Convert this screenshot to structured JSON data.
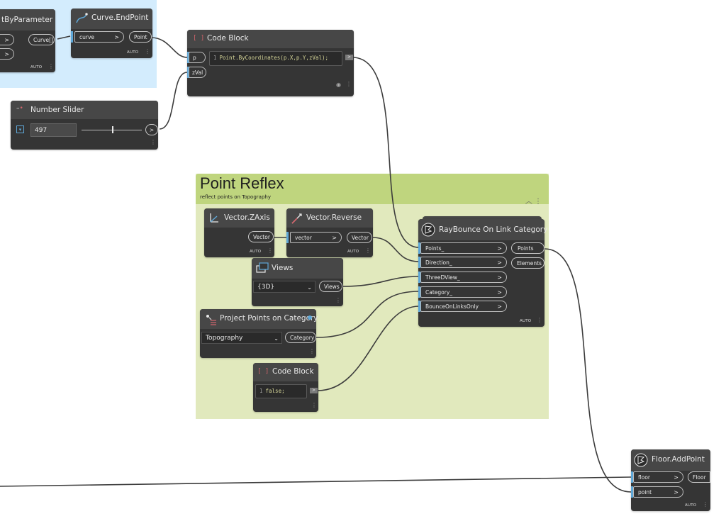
{
  "colors": {
    "canvas": "#ffffff",
    "blue_group": "#d3ecfd",
    "green_group": "#e1e9bd",
    "green_group_header": "#bfd57e",
    "node": "#353535",
    "node_header": "#474747",
    "port_bar": "#5ea7d7",
    "wire": "#3c3c3c"
  },
  "group_blue": {},
  "group_point_reflex": {
    "title": "Point Reflex",
    "description": "reflect points on Topography"
  },
  "nodes": {
    "by_parameter": {
      "title": "tByParameter",
      "output": "Curve[]",
      "lacing": "AUTO"
    },
    "curve_endpoint": {
      "title": "Curve.EndPoint",
      "input": "curve",
      "output": "Point",
      "lacing": "AUTO"
    },
    "code_block_top": {
      "title": "Code Block",
      "inputs": [
        "p",
        "zVal"
      ],
      "line_number": "1",
      "code": "Point.ByCoordinates(p.X,p.Y,zVal);",
      "output_tab": ">"
    },
    "number_slider": {
      "title": "Number Slider",
      "value": "497",
      "slider_fraction": 0.5,
      "output": ">"
    },
    "vector_zaxis": {
      "title": "Vector.ZAxis",
      "output": "Vector",
      "lacing": "AUTO"
    },
    "vector_reverse": {
      "title": "Vector.Reverse",
      "input": "vector",
      "output": "Vector",
      "lacing": "AUTO"
    },
    "views": {
      "title": "Views",
      "selected": "{3D}",
      "output": "Views"
    },
    "project_points": {
      "title": "Project Points on Category",
      "selected": "Topography",
      "output": "Category"
    },
    "code_block_false": {
      "title": "Code Block",
      "line_number": "1",
      "code": "false;",
      "output_tab": ">"
    },
    "raybounce": {
      "title": "RayBounce On Link Category",
      "inputs": [
        "Points_",
        "Direction_",
        "ThreeDView_",
        "Category_",
        "BounceOnLinksOnly"
      ],
      "outputs": [
        "Points",
        "Elements"
      ],
      "lacing": "AUTO"
    },
    "floor_addpoint": {
      "title": "Floor.AddPoint",
      "inputs": [
        "floor",
        "point"
      ],
      "output": "Floor",
      "lacing": "AUTO"
    }
  },
  "icons": {
    "curve_endpoint": "curve-icon",
    "code_block": "brackets-icon",
    "number_slider": "slider-icon",
    "vector_zaxis": "axis-icon",
    "vector_reverse": "reverse-vector-icon",
    "views": "views-icon",
    "project_points": "project-points-icon",
    "raybounce": "raybounce-icon",
    "floor_addpoint": "floor-icon",
    "collapse": "chevron-up-icon",
    "frozen": "eye-icon"
  }
}
